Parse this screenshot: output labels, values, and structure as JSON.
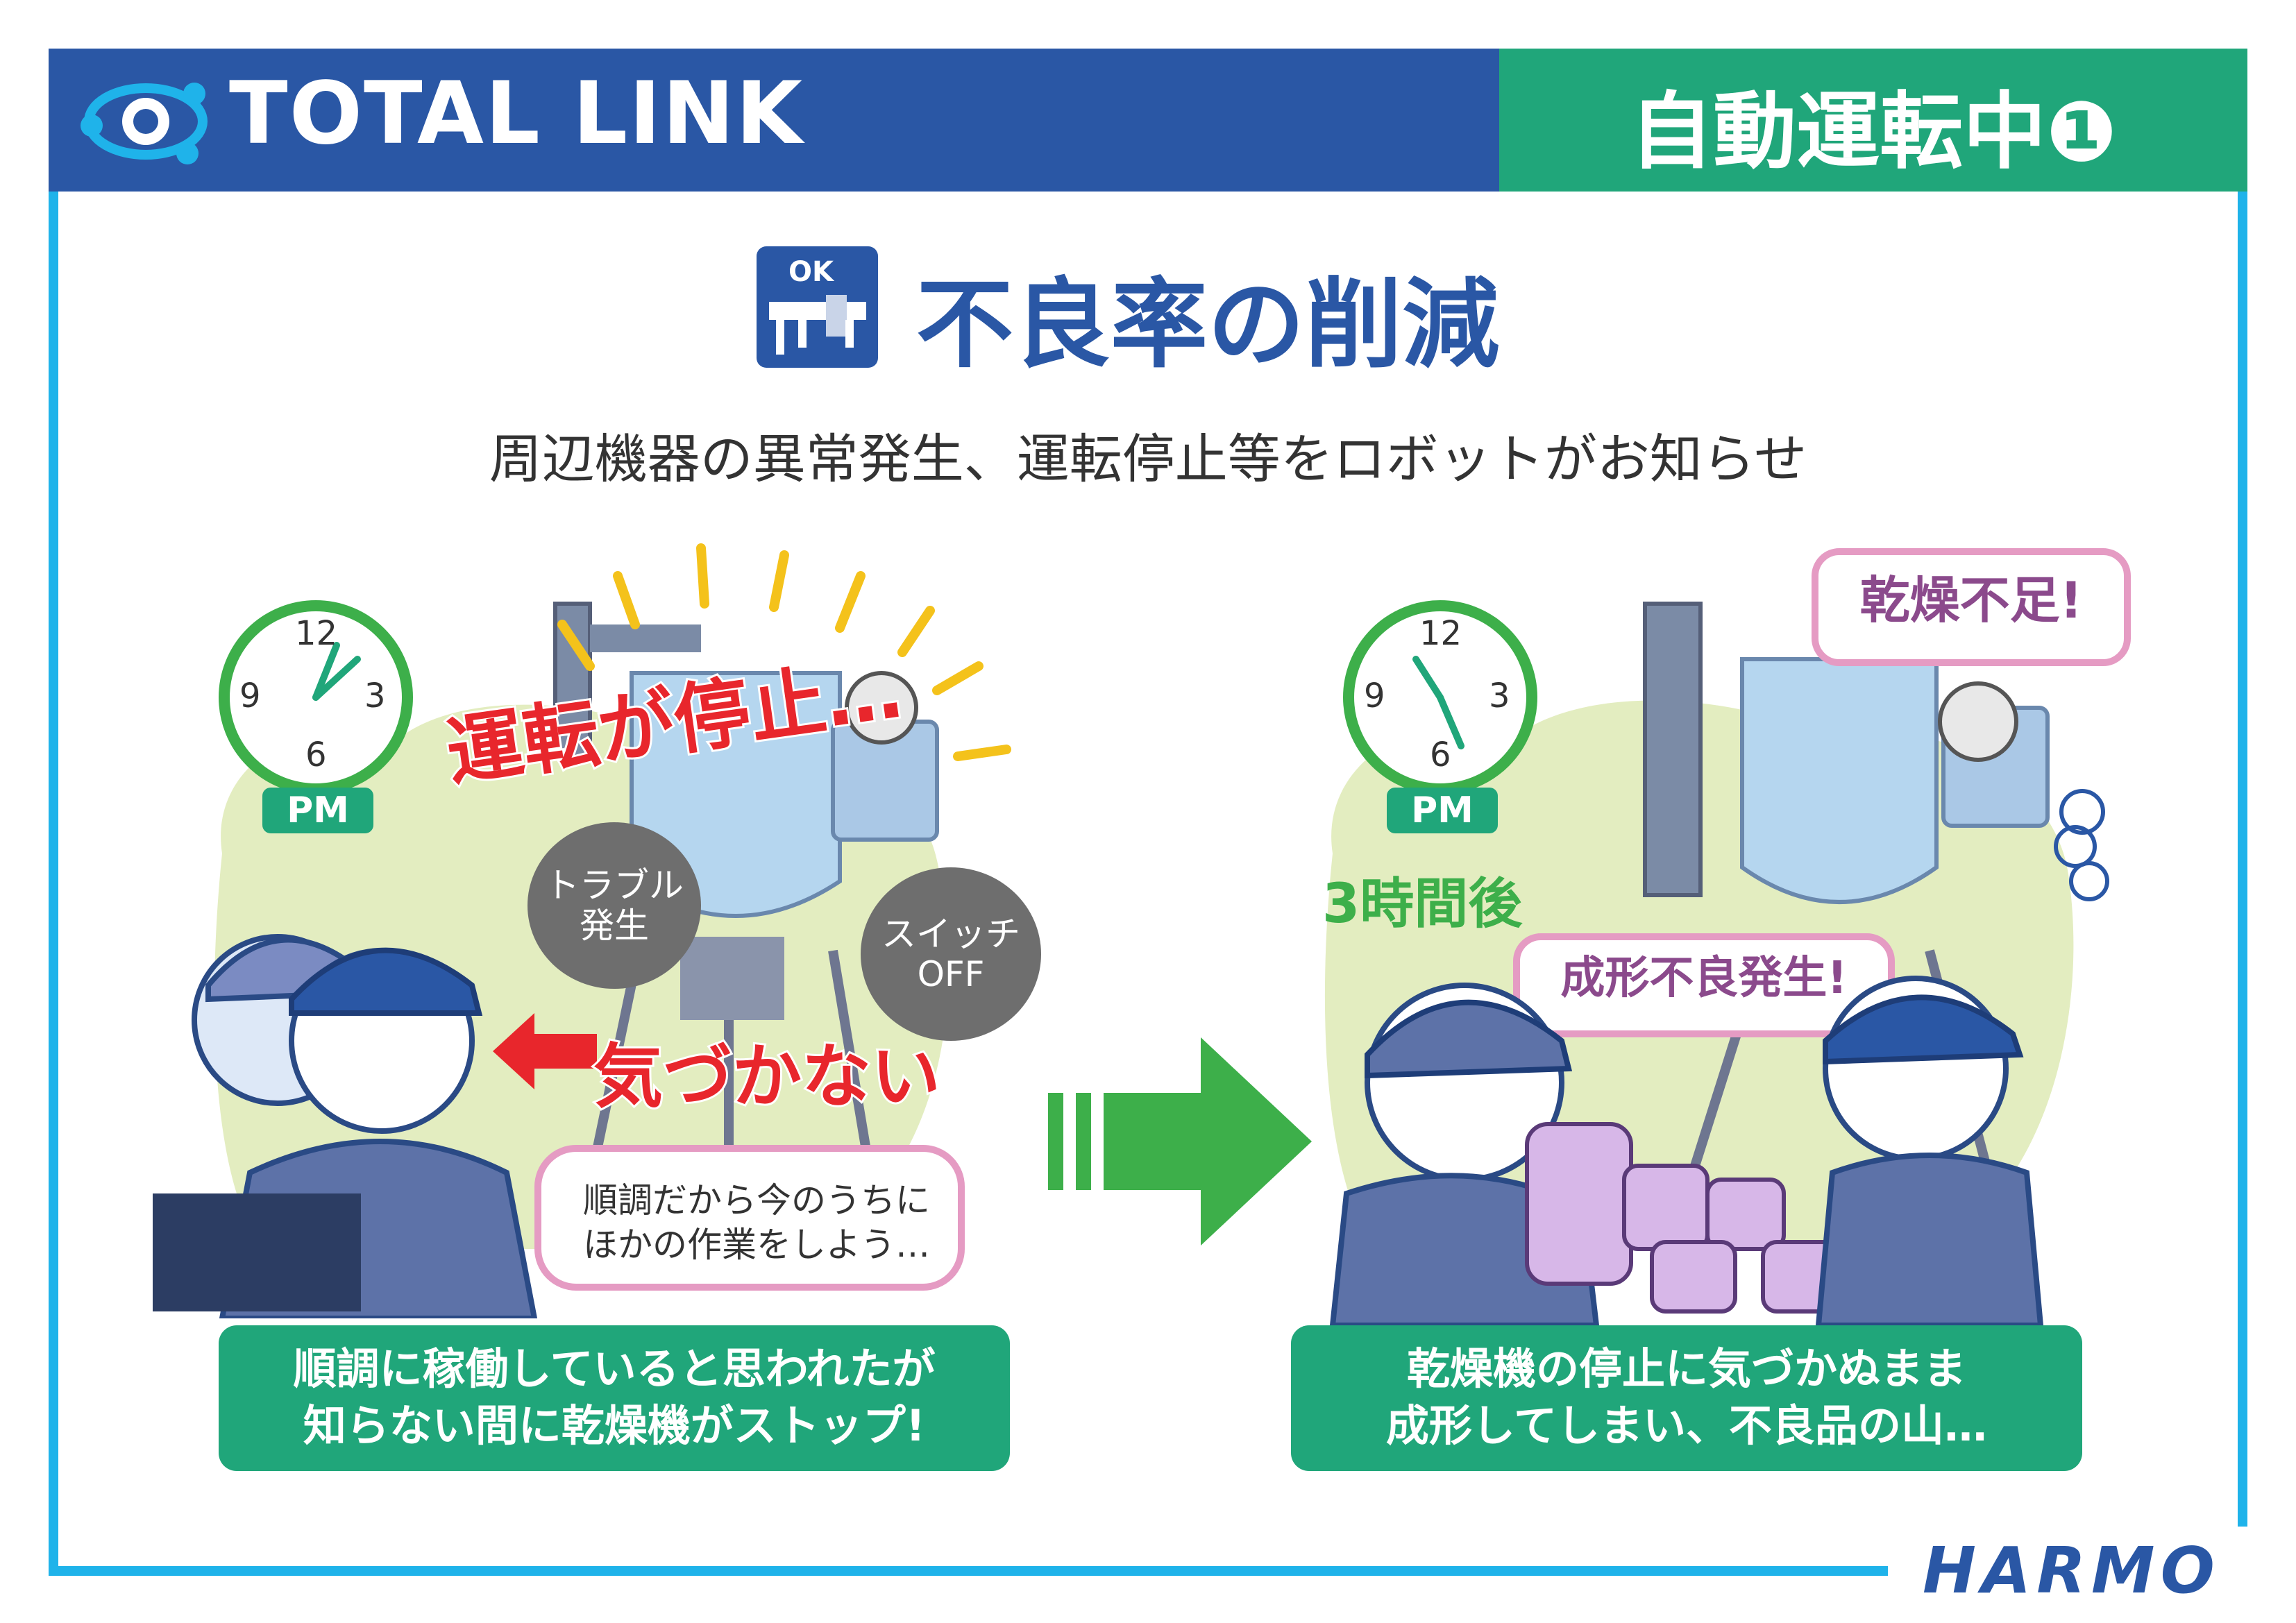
{
  "header": {
    "brand": "TOTAL LINK",
    "status": "自動運転中❶"
  },
  "title": "不良率の削減",
  "title_icon": {
    "label": "OK",
    "icon": "caliper-icon"
  },
  "subtitle": "周辺機器の異常発生、運転停止等をロボットがお知らせ",
  "left_scene": {
    "clock": {
      "numbers": [
        "12",
        "3",
        "6",
        "9"
      ],
      "period": "PM"
    },
    "alert": "運転が停止…",
    "bubble_trouble": [
      "トラブル",
      "発生"
    ],
    "bubble_switch": [
      "スイッチ",
      "OFF"
    ],
    "unnoticed": "気づかない",
    "thought": [
      "順調だから今のうちに",
      "ほかの作業をしよう…"
    ],
    "caption": [
      "順調に稼働していると思われたが",
      "知らない間に乾燥機がストップ!"
    ]
  },
  "right_scene": {
    "clock": {
      "numbers": [
        "12",
        "3",
        "6",
        "9"
      ],
      "period": "PM"
    },
    "later": "3時間後",
    "dry_short": "乾燥不足!",
    "defect": "成形不良発生!",
    "caption": [
      "乾燥機の停止に気づかぬまま",
      "成形してしまい、不良品の山…"
    ]
  },
  "footer": {
    "logo": "HARMO"
  },
  "colors": {
    "header_blue": "#2a57a5",
    "header_green": "#20a67a",
    "frame_cyan": "#1fb3ea",
    "alert_red": "#e8262c",
    "arrow_green": "#3daf4a"
  }
}
